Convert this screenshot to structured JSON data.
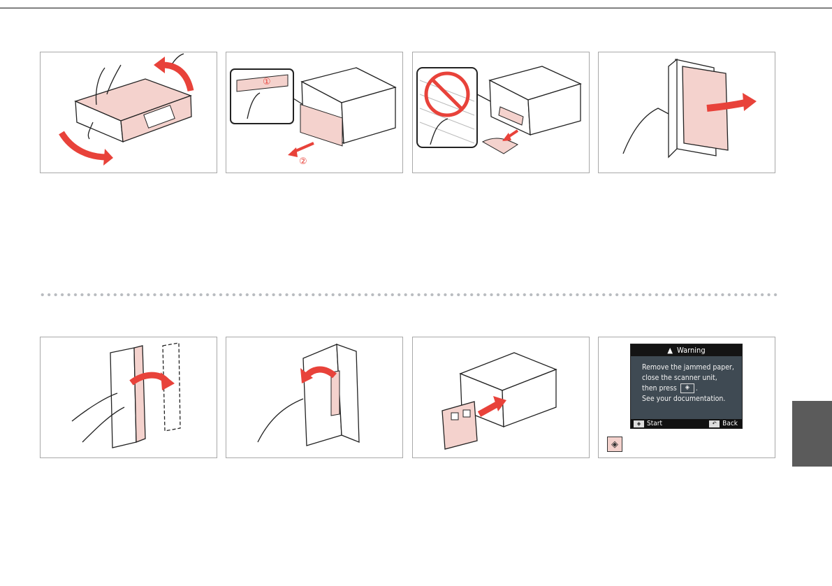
{
  "lcd": {
    "title": "Warning",
    "lines": [
      "Remove the jammed paper,",
      "close the scanner unit,",
      "then press",
      "See your documentation."
    ],
    "start_label": "Start",
    "back_label": "Back"
  },
  "callouts": {
    "step1": "①",
    "step2": "②"
  },
  "icons": {
    "warning": "warning-triangle-icon",
    "start": "start-diamond-icon",
    "back": "back-arrow-icon"
  },
  "colors": {
    "accent_red": "#e8423a",
    "paper_pink": "#f4d2cd",
    "side_tab": "#5b5b5b"
  }
}
